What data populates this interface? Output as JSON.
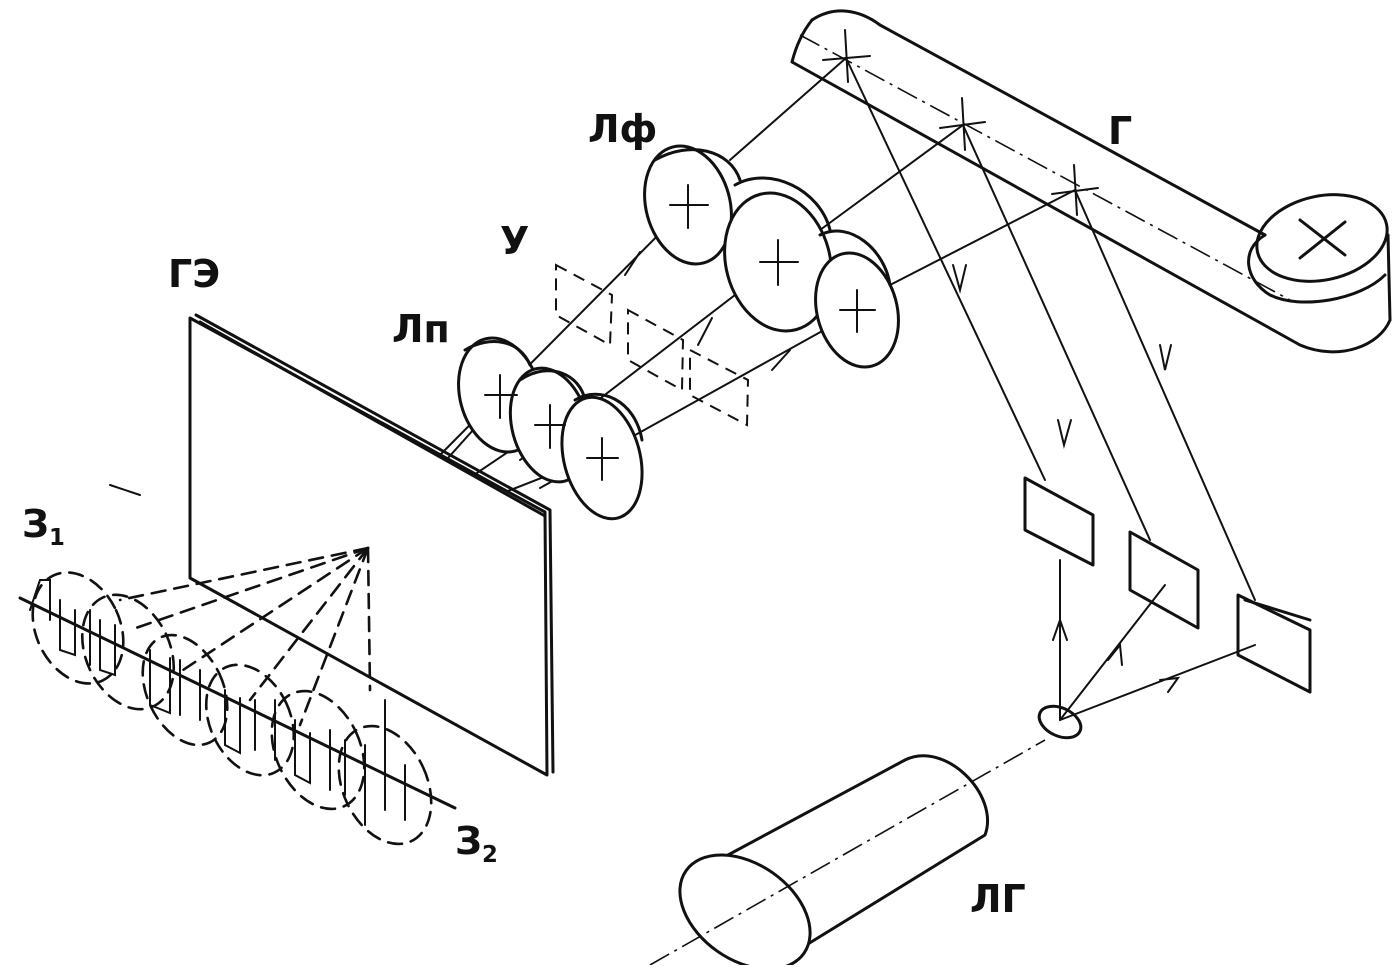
{
  "labels": {
    "hologram": "Г",
    "lens_f": "Лф",
    "aperture": "У",
    "hologram_screen": "ГЭ",
    "lens_p": "Лп",
    "zone_1_base": "З",
    "zone_1_sub": "1",
    "zone_2_base": "З",
    "zone_2_sub": "2",
    "laser": "ЛГ"
  },
  "colors": {
    "ink": "#111111",
    "paper": "#ffffff"
  }
}
